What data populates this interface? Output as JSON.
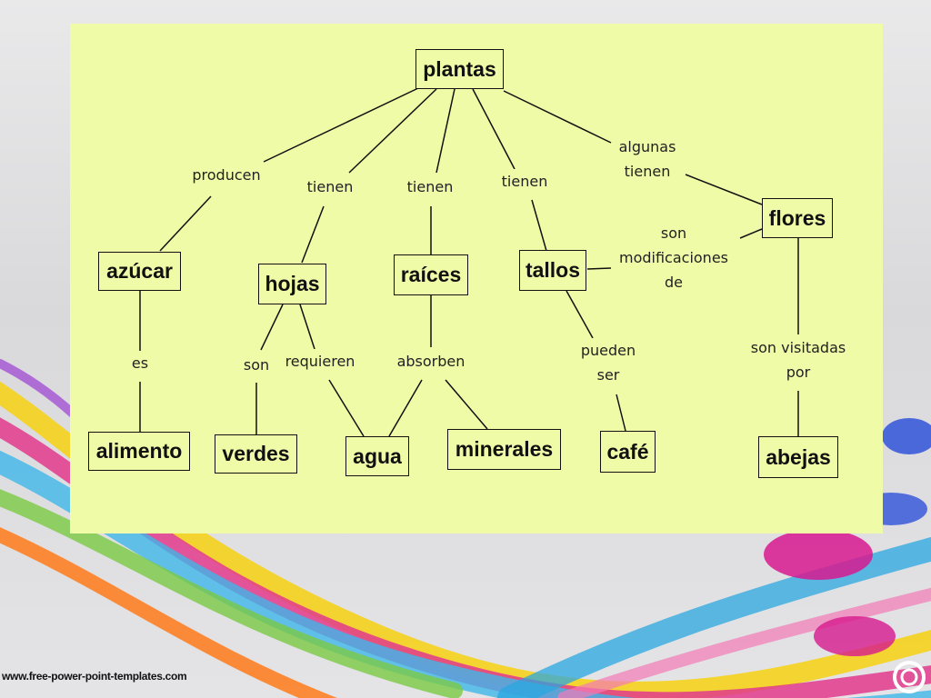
{
  "diagram": {
    "nodes": {
      "plantas": "plantas",
      "azucar": "azúcar",
      "hojas": "hojas",
      "raices": "raíces",
      "tallos": "tallos",
      "flores": "flores",
      "alimento": "alimento",
      "verdes": "verdes",
      "agua": "agua",
      "minerales": "minerales",
      "cafe": "café",
      "abejas": "abejas"
    },
    "links": {
      "producen": "producen",
      "tienen_hojas": "tienen",
      "tienen_raices": "tienen",
      "tienen_tallos": "tienen",
      "algunas_tienen": "algunas\ntienen",
      "son_modificaciones_de": "son\nmodificaciones\nde",
      "es": "es",
      "son": "son",
      "requieren": "requieren",
      "absorben": "absorben",
      "pueden_ser": "pueden\nser",
      "son_visitadas_por": "son visitadas\npor"
    }
  },
  "footer": {
    "watermark": "www.free-power-point-templates.com"
  },
  "colors": {
    "panel": "#f0fba8",
    "line": "#111111"
  }
}
